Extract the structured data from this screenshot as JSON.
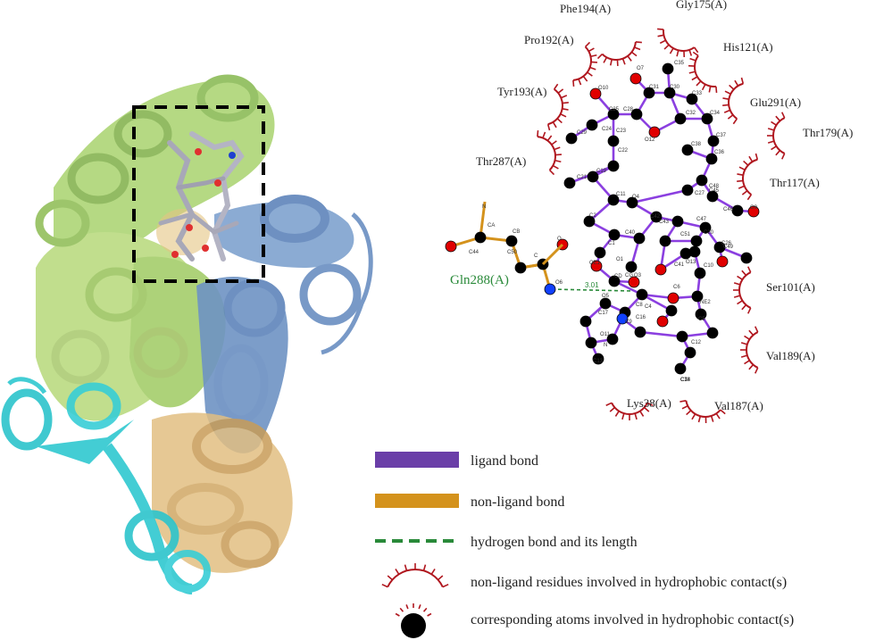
{
  "residues": [
    "Phe194(A)",
    "Gly175(A)",
    "Pro192(A)",
    "His121(A)",
    "Tyr193(A)",
    "Glu291(A)",
    "Thr179(A)",
    "Thr287(A)",
    "Thr117(A)",
    "Ser101(A)",
    "Val189(A)",
    "Lys38(A)",
    "Val187(A)"
  ],
  "hbond": {
    "residue": "Gln288(A)",
    "length": "3.01"
  },
  "atom_labels": [
    "C35",
    "O7",
    "C31",
    "C30",
    "O10",
    "C33",
    "C25",
    "C28",
    "C32",
    "C24",
    "O12",
    "C34",
    "C29",
    "C37",
    "C23",
    "C38",
    "C22",
    "C36",
    "C21",
    "C19",
    "C48",
    "C45",
    "C11",
    "O4",
    "C27",
    "C46",
    "O9",
    "N",
    "C42",
    "C2",
    "C43",
    "CA",
    "C40",
    "C51",
    "C47",
    "C26",
    "C1",
    "C20",
    "CB",
    "C49",
    "O",
    "OE1",
    "O1",
    "C41",
    "O13",
    "C44",
    "C50",
    "C",
    "CG",
    "CD",
    "O3",
    "C10",
    "O6",
    "C6",
    "NE2",
    "O5",
    "C8",
    "C4",
    "C17",
    "C16",
    "C9",
    "O11",
    "N",
    "C5",
    "C13",
    "C12",
    "C7",
    "C14",
    "C3",
    "C18"
  ],
  "legend": [
    {
      "label": "ligand bond",
      "color": "#6a3ea8"
    },
    {
      "label": "non-ligand bond",
      "color": "#d4921c"
    },
    {
      "label": "hydrogen bond and its length",
      "color": "#2a8a3a"
    },
    {
      "label": "non-ligand residues involved in hydrophobic contact(s)",
      "color": "#b0171f"
    },
    {
      "label": "corresponding atoms involved in hydrophobic contact(s)",
      "color": "#000000"
    }
  ],
  "colors": {
    "ligand_bond": "#8b3fe0",
    "nonligand_bond": "#d4921c",
    "hbond": "#2a8a3a",
    "hydrophobic_arc": "#b0171f",
    "carbon": "#000000",
    "oxygen": "#e00000",
    "nitrogen": "#1040ff",
    "helix_green": "#8fc25a",
    "helix_blue": "#6f95c8",
    "helix_tan": "#d8b070",
    "helix_cyan": "#2fc8d0"
  }
}
